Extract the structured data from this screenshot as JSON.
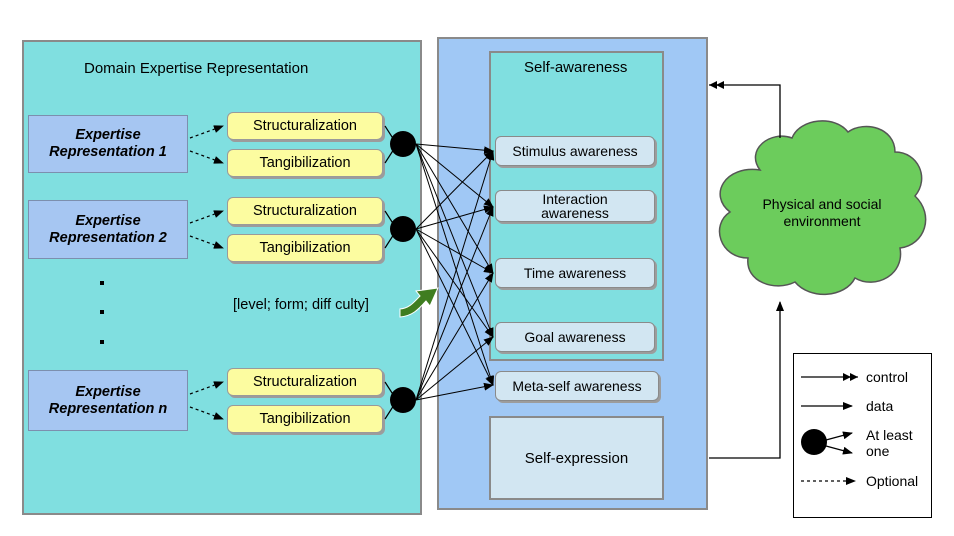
{
  "domain_panel": {
    "title": "Domain Expertise Representation",
    "rep1": "Expertise Representation 1",
    "rep2": "Expertise Representation 2",
    "repn": "Expertise Representation n",
    "structuralization": "Structuralization",
    "tangibilization": "Tangibilization",
    "ellipsis": "•",
    "annotation": "[level; form; diff culty]"
  },
  "self_panel": {
    "self_awareness_title": "Self-awareness",
    "stimulus": "Stimulus awareness",
    "interaction": "Interaction awareness",
    "time": "Time awareness",
    "goal": "Goal awareness",
    "meta": "Meta-self awareness",
    "expression": "Self-expression"
  },
  "environment": {
    "label": "Physical and social environment"
  },
  "legend": {
    "control": "control",
    "data": "data",
    "at_least_one": "At least one",
    "optional": "Optional"
  },
  "colors": {
    "panel_left": "#80dfe0",
    "panel_mid": "#a0c8f5",
    "yellow_box": "#fcfca0",
    "cloud": "#6ccc5c",
    "curved_arrow": "#3f7d20"
  }
}
